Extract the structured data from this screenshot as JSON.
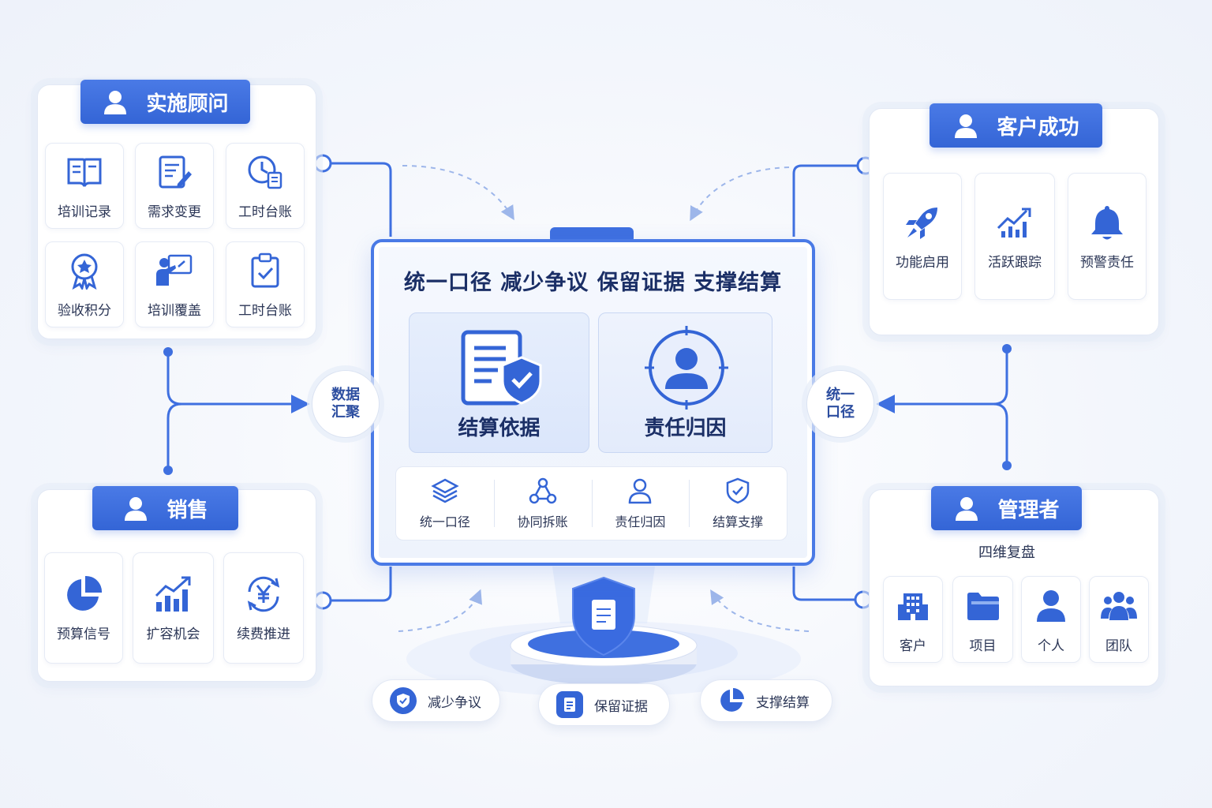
{
  "main_title": "统一口径 减少争议 保留证据 支撑结算",
  "center_cards": [
    {
      "label": "结算依据"
    },
    {
      "label": "责任归因"
    }
  ],
  "center_mini": [
    {
      "label": "统一口径"
    },
    {
      "label": "协同拆账"
    },
    {
      "label": "责任归因"
    },
    {
      "label": "结算支撑"
    }
  ],
  "left_circle": {
    "line1": "数据",
    "line2": "汇聚"
  },
  "right_circle": {
    "line1": "统一",
    "line2": "口径"
  },
  "roles": {
    "consultant": {
      "title": "实施顾问",
      "items": [
        {
          "label": "培训记录",
          "icon": "book-icon"
        },
        {
          "label": "需求变更",
          "icon": "edit-doc-icon"
        },
        {
          "label": "工时台账",
          "icon": "clock-doc-icon"
        },
        {
          "label": "验收积分",
          "icon": "award-icon"
        },
        {
          "label": "培训覆盖",
          "icon": "trainer-icon"
        },
        {
          "label": "工时台账",
          "icon": "clipboard-check-icon"
        }
      ]
    },
    "customer_success": {
      "title": "客户成功",
      "items": [
        {
          "label": "功能启用",
          "icon": "rocket-icon"
        },
        {
          "label": "活跃跟踪",
          "icon": "trend-chart-icon"
        },
        {
          "label": "预警责任",
          "icon": "bell-icon"
        }
      ]
    },
    "sales": {
      "title": "销售",
      "items": [
        {
          "label": "预算信号",
          "icon": "pie-icon"
        },
        {
          "label": "扩容机会",
          "icon": "bar-growth-icon"
        },
        {
          "label": "续费推进",
          "icon": "yen-cycle-icon"
        }
      ]
    },
    "manager": {
      "title": "管理者",
      "subtitle": "四维复盘",
      "items": [
        {
          "label": "客户",
          "icon": "building-icon"
        },
        {
          "label": "项目",
          "icon": "folder-icon"
        },
        {
          "label": "个人",
          "icon": "person-icon"
        },
        {
          "label": "团队",
          "icon": "team-icon"
        }
      ]
    }
  },
  "pills": [
    {
      "label": "减少争议",
      "icon": "shield-check-icon"
    },
    {
      "label": "保留证据",
      "icon": "document-icon"
    },
    {
      "label": "支撑结算",
      "icon": "pie-icon"
    }
  ],
  "colors": {
    "accent": "#3465d6",
    "accent_light": "#4a7ae6",
    "title": "#1b2f66",
    "background": "#f4f7fd"
  }
}
